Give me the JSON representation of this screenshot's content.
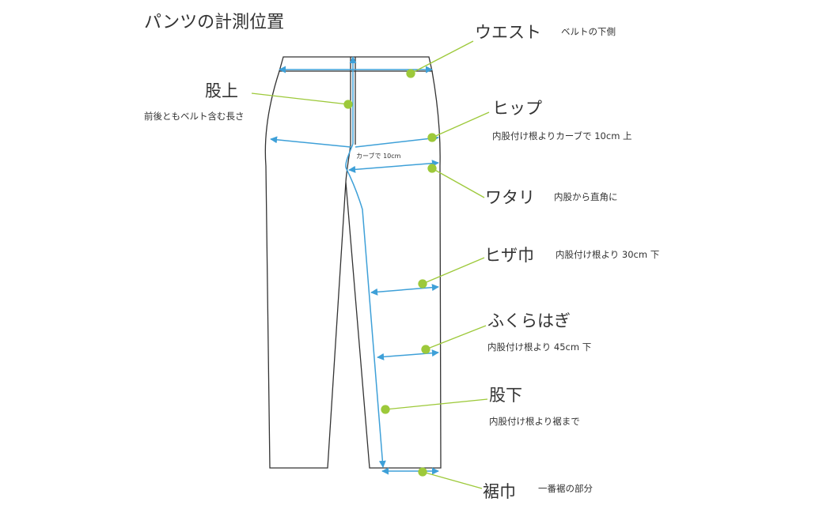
{
  "title": "パンツの計測位置",
  "colors": {
    "garment": "#333333",
    "measure": "#3ea0d8",
    "leader": "#9dc93a",
    "text": "#333333"
  },
  "labels": {
    "waist": {
      "name": "ウエスト",
      "note": "ベルトの下側"
    },
    "rise": {
      "name": "股上",
      "note": "前後ともベルト含む長さ"
    },
    "hip": {
      "name": "ヒップ",
      "note": "内股付け根よりカーブで 10cm 上"
    },
    "curve_note": "カーブで 10cm",
    "thigh": {
      "name": "ワタリ",
      "note": "内股から直角に"
    },
    "knee": {
      "name": "ヒザ巾",
      "note": "内股付け根より 30cm 下"
    },
    "calf": {
      "name": "ふくらはぎ",
      "note": "内股付け根より 45cm 下"
    },
    "inseam": {
      "name": "股下",
      "note": "内股付け根より裾まで"
    },
    "hem": {
      "name": "裾巾",
      "note": "一番裾の部分"
    }
  }
}
